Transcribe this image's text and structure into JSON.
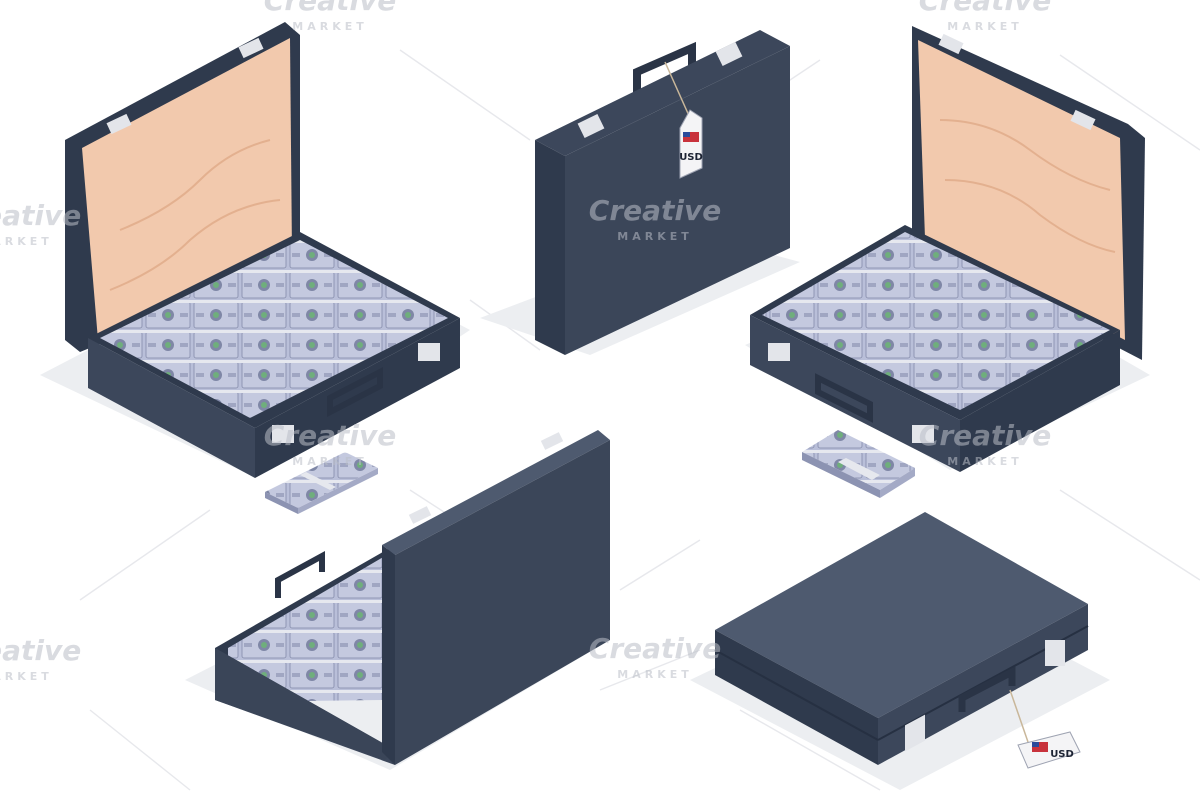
{
  "tag": {
    "text": "USD"
  },
  "watermark": {
    "brand": "Creative",
    "sub": "MARKET"
  },
  "colors": {
    "case_dark": "#2f3a4d",
    "case_mid": "#3c475b",
    "case_light": "#4e5a6f",
    "lining": "#f2c9ad",
    "lining_shade": "#e9b999",
    "money": "#b5bbd6",
    "money_dark": "#8c93b2",
    "band": "#e6e8ee",
    "shadow": "#eceef1",
    "latch": "#e3e5ea"
  }
}
